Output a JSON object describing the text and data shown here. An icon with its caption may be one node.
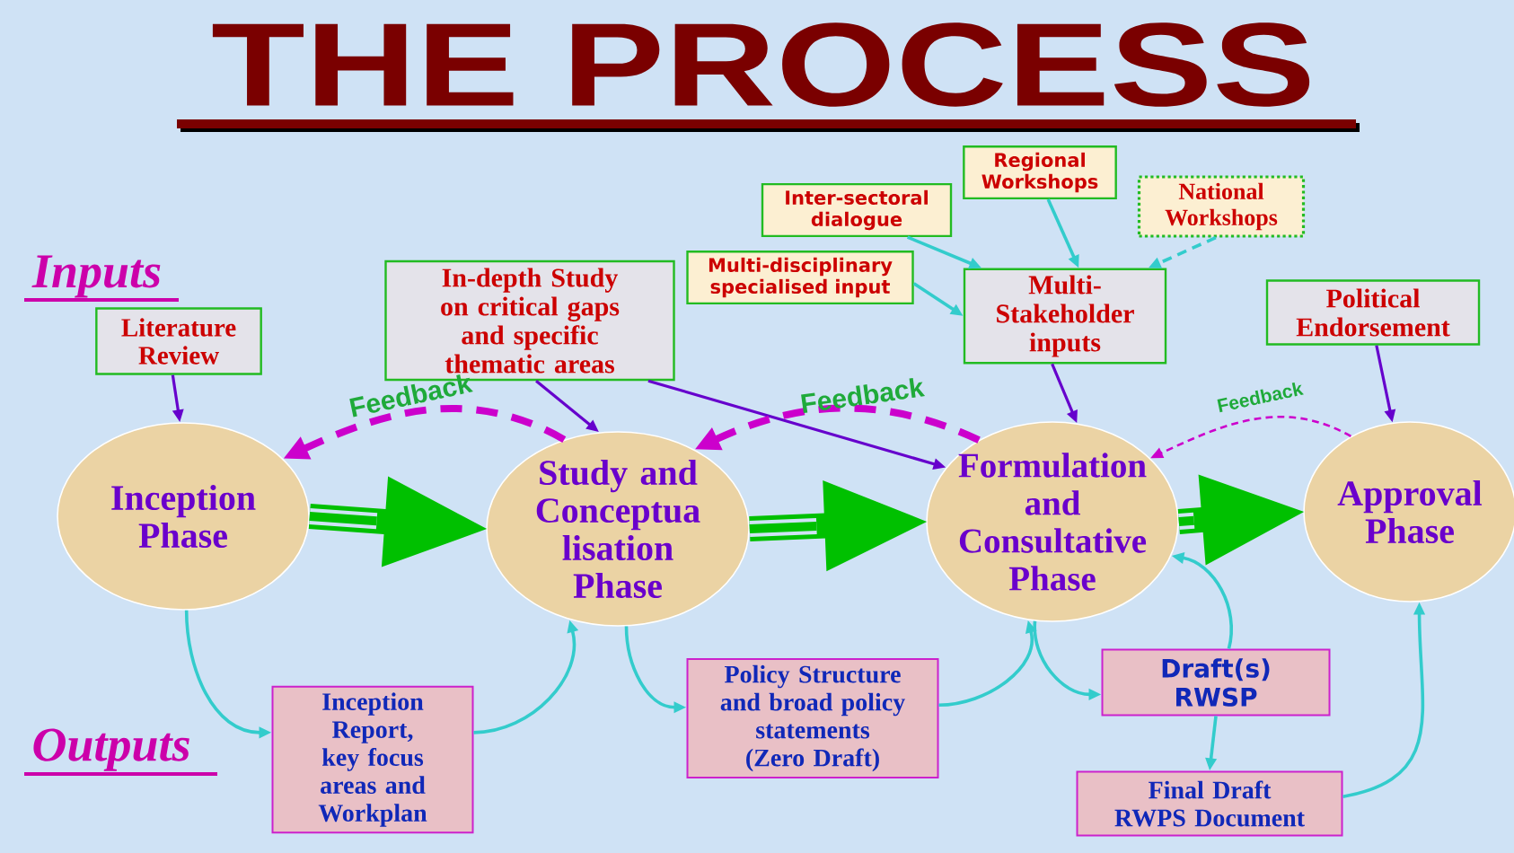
{
  "diagram": {
    "title": "THE PROCESS",
    "nodes": [
      {
        "text": [
          "Literature Review"
        ]
      },
      {
        "text": [
          "In-depth Study on critical gaps and specific thematic areas"
        ]
      },
      {
        "text": [
          "Multi-disciplinary specialised input"
        ]
      },
      {
        "text": [
          "Inter-sectoral dialogue"
        ]
      },
      {
        "text": [
          "Regional Workshops"
        ]
      },
      {
        "text": [
          "National Workshops"
        ]
      },
      {
        "text": [
          "Multi-Stakeholder inputs"
        ]
      },
      {
        "text": [
          "Political Endorsement"
        ]
      },
      {
        "text": [
          "Inception Phase"
        ]
      },
      {
        "text": [
          "Study and Conceptua lisation Phase"
        ]
      },
      {
        "text": [
          "Formulation and Consultative Phase"
        ]
      },
      {
        "text": [
          "Approval Phase"
        ]
      },
      {
        "text": [
          "Inception Report, key focus areas and Workplan"
        ]
      },
      {
        "text": [
          "Policy Structure and broad policy statements (Zero Draft)"
        ]
      },
      {
        "text": [
          "Draft(s) RWSP"
        ]
      },
      {
        "text": [
          "Final Draft RWPS Document"
        ]
      }
    ],
    "edges": [
      {
        "from": 0,
        "to": 8,
        "arrow": "to",
        "color": "#6600cc"
      },
      {
        "from": 1,
        "to": 9,
        "arrow": "to",
        "color": "#6600cc"
      },
      {
        "from": 1,
        "to": 10,
        "arrow": "to",
        "color": "#6600cc"
      },
      {
        "from": 2,
        "to": 6,
        "arrow": "to"
      },
      {
        "from": 3,
        "to": 6,
        "arrow": "to"
      },
      {
        "from": 4,
        "to": 6,
        "arrow": "to"
      },
      {
        "from": 5,
        "to": 6,
        "arrow": "to",
        "style": "dashed"
      },
      {
        "from": 6,
        "to": 10,
        "arrow": "to",
        "color": "#6600cc"
      },
      {
        "from": 7,
        "to": 11,
        "arrow": "to",
        "color": "#6600cc"
      },
      {
        "from": 8,
        "to": 9,
        "arrow": "to",
        "style": "thick",
        "color": "#00c000"
      },
      {
        "from": 9,
        "to": 10,
        "arrow": "to",
        "style": "thick",
        "color": "#00c000"
      },
      {
        "from": 10,
        "to": 11,
        "arrow": "to",
        "style": "thick",
        "color": "#00c000"
      },
      {
        "from": 9,
        "to": 8,
        "arrow": "to",
        "style": "dashed",
        "color": "#cc00cc",
        "label": "Feedback"
      },
      {
        "from": 10,
        "to": 9,
        "arrow": "to",
        "style": "dashed",
        "color": "#cc00cc",
        "label": "Feedback"
      },
      {
        "from": 11,
        "to": 10,
        "arrow": "to",
        "style": "dashed",
        "color": "#cc00cc",
        "label": "Feedback"
      },
      {
        "from": 8,
        "to": 12,
        "arrow": "to"
      },
      {
        "from": 12,
        "to": 9,
        "arrow": "to"
      },
      {
        "from": 9,
        "to": 13,
        "arrow": "to"
      },
      {
        "from": 13,
        "to": 10,
        "arrow": "to"
      },
      {
        "from": 10,
        "to": 14,
        "arrow": "to"
      },
      {
        "from": 14,
        "to": 10,
        "arrow": "to"
      },
      {
        "from": 14,
        "to": 15,
        "arrow": "to"
      },
      {
        "from": 15,
        "to": 11,
        "arrow": "to"
      }
    ],
    "labels": [
      "Inputs",
      "Outputs"
    ]
  }
}
